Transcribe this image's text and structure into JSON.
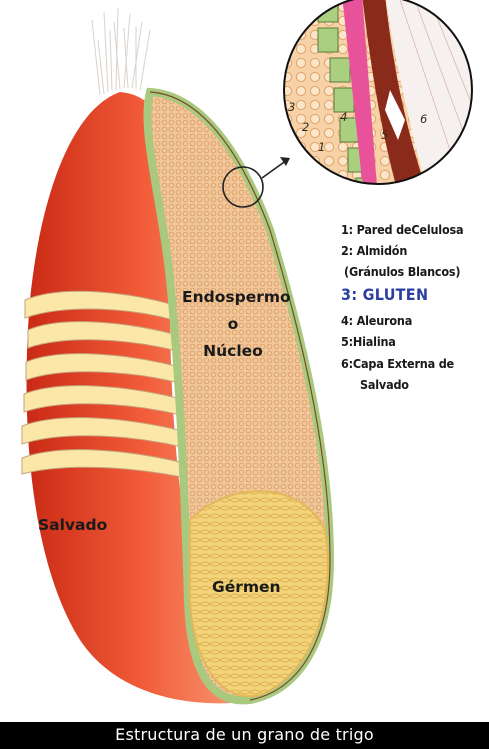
{
  "caption": "Estructura de un grano de trigo",
  "regions": {
    "endosperm_line1": "Endospermo",
    "endosperm_line2": "o",
    "endosperm_line3": "Núcleo",
    "bran": "Salvado",
    "germ": "Gérmen"
  },
  "legend": [
    {
      "text": "1: Pared deCelulosa"
    },
    {
      "text": "2: Almidón"
    },
    {
      "text": "(Gránulos Blancos)"
    },
    {
      "text": "3:  GLUTEN"
    },
    {
      "text": "4: Aleurona"
    },
    {
      "text": "5:Hialina"
    },
    {
      "text": "6:Capa Externa de"
    },
    {
      "text": "Salvado"
    }
  ],
  "zoom_numbers": [
    "3",
    "2",
    "1",
    "4",
    "5",
    "6"
  ],
  "colors": {
    "gluten": "#2b3fa0",
    "bran_red": "#e8492c",
    "endosperm": "#f2c79a",
    "aleurone_green": "#a9cf7f",
    "germ_yellow": "#f3d47a",
    "caption_bg": "#000000"
  }
}
